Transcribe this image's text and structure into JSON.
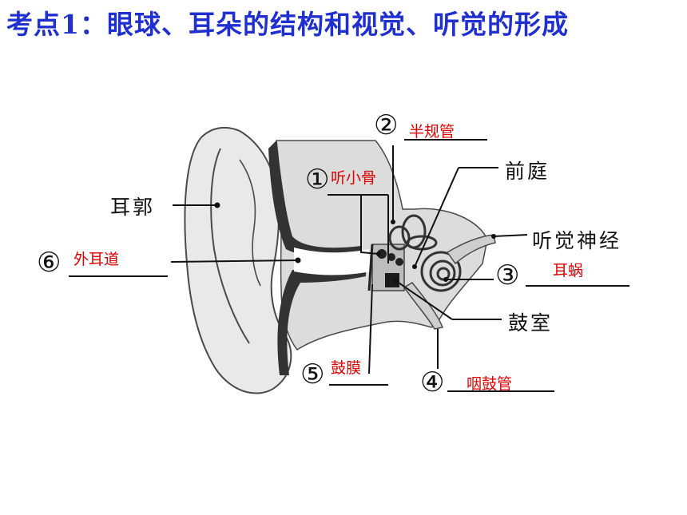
{
  "title": "考点1：眼球、耳朵的结构和视觉、听觉的形成",
  "colors": {
    "title": "#1f2fd0",
    "answer": "#e00000",
    "line": "#111111",
    "ear_fill": "#e9e9e9",
    "ear_stroke": "#4a4a4a",
    "canal": "#333333"
  },
  "structure_labels": {
    "auricle": "耳郭",
    "vestibule": "前庭",
    "auditory_nerve": "听觉神经",
    "tympanic_cavity": "鼓室"
  },
  "markers": {
    "m1": "①",
    "m2": "②",
    "m3": "③",
    "m4": "④",
    "m5": "⑤",
    "m6": "⑥"
  },
  "answers": {
    "a1": "听小骨",
    "a2": "半规管",
    "a3": "耳蜗",
    "a4": "咽鼓管",
    "a5": "鼓膜",
    "a6": "外耳道"
  }
}
